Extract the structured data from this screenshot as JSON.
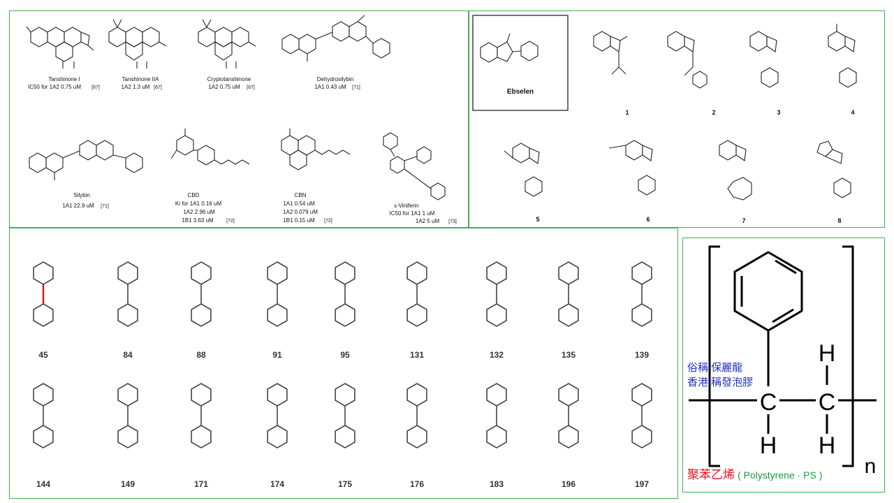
{
  "tanshinones": [
    {
      "name": "Tanshinone I",
      "activity": "IC50 for 1A2 0.75 uM",
      "ref": "[67]"
    },
    {
      "name": "Tanshinone IIA",
      "activity": "1A2 1.3 uM",
      "ref": "[67]"
    },
    {
      "name": "Cryptotanshinone",
      "activity": "1A2 0.75 uM",
      "ref": "[67]"
    },
    {
      "name": "Dehydrosilybin",
      "activity": "1A1 0.43 uM",
      "ref": "[71]"
    }
  ],
  "row2": {
    "silybin": {
      "name": "Silybin",
      "activity": "1A1 22.9 uM",
      "ref": "[71]"
    },
    "cbd": {
      "name": "CBD",
      "line1": "Ki for 1A1 0.16 uM",
      "line2": "1A2  2.96 uM",
      "line3": "1B1  3.63 uM",
      "ref": "[72]"
    },
    "cbn": {
      "name": "CBN",
      "line1": "1A1  0.54 uM",
      "line2": "1A2  0.079 uM",
      "line3": "1B1  0.15 uM",
      "ref": "[72]"
    },
    "viniferin": {
      "name": "ε-Viniferin",
      "line1": "IC50 for 1A1 1 uM",
      "line2": "1A2 5 uM",
      "ref": "[73]"
    }
  },
  "ebselen": {
    "box_label": "Ebselen",
    "compounds": [
      "1",
      "2",
      "3",
      "4",
      "5",
      "6",
      "7",
      "8"
    ]
  },
  "pcb": {
    "row1": [
      "45",
      "84",
      "88",
      "91",
      "95",
      "131",
      "132",
      "135",
      "139"
    ],
    "row2": [
      "144",
      "149",
      "171",
      "174",
      "175",
      "176",
      "183",
      "196",
      "197"
    ]
  },
  "polystyrene": {
    "cantonese_line1": "俗稱 保麗龍",
    "cantonese_line2": "香港 稱發泡膠",
    "chinese_name": "聚苯乙烯",
    "english_name": "( Polystyrene · PS )",
    "subscript": "n",
    "atoms": {
      "c1": "C",
      "c2": "C",
      "h1": "H",
      "h2": "H",
      "h3": "H"
    }
  }
}
